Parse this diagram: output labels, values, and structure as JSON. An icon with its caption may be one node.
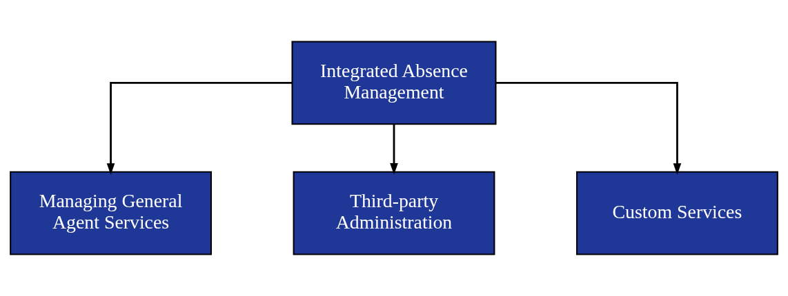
{
  "diagram": {
    "nodes": [
      {
        "text": [
          "Integrated Absence Management"
        ]
      },
      {
        "text": [
          "Managing General Agent Services"
        ]
      },
      {
        "text": [
          "Third-party Administration"
        ]
      },
      {
        "text": [
          "Custom Services"
        ]
      }
    ],
    "edges": [
      {
        "from": 0,
        "to": 1,
        "arrow": "to"
      },
      {
        "from": 0,
        "to": 2,
        "arrow": "to"
      },
      {
        "from": 0,
        "to": 3,
        "arrow": "to"
      }
    ]
  }
}
